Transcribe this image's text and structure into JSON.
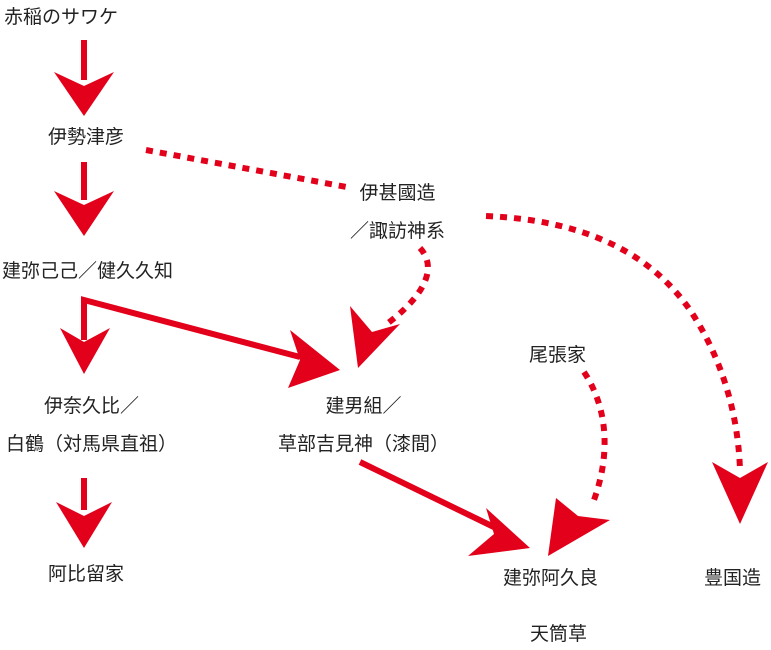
{
  "colors": {
    "arrow": "#e3001b",
    "text": "#222222",
    "background": "#ffffff"
  },
  "nodes": {
    "akai_sawake": "赤稲のサワケ",
    "ise_tsuhiko": "伊勢津彦",
    "ijin_kokuzo": [
      "伊甚國造",
      "／諏訪神系"
    ],
    "takemiko": "建弥己己／健久久知",
    "inaku_hi": [
      "伊奈久比／",
      "白鶴（対馬県直祖）"
    ],
    "takeo_kumi": [
      "建男組／",
      "草部吉見神（漆間）"
    ],
    "owari_ke": "尾張家",
    "ahiru_ke": "阿比留家",
    "takemi_akura": "建弥阿久良",
    "toyo_kokuzo": "豊国造",
    "ama_tsutsukusa": "天筒草"
  },
  "edges": [
    {
      "from": "akai_sawake",
      "to": "ise_tsuhiko",
      "style": "solid"
    },
    {
      "from": "ise_tsuhiko",
      "to": "takemiko",
      "style": "solid"
    },
    {
      "from": "takemiko",
      "to": "inaku_hi",
      "style": "solid"
    },
    {
      "from": "inaku_hi",
      "to": "ahiru_ke",
      "style": "solid"
    },
    {
      "from": "takemiko",
      "to": "takeo_kumi",
      "style": "solid"
    },
    {
      "from": "takeo_kumi",
      "to": "takemi_akura",
      "style": "solid"
    },
    {
      "from": "ise_tsuhiko",
      "to": "ijin_kokuzo",
      "style": "dotted"
    },
    {
      "from": "ijin_kokuzo",
      "to": "takeo_kumi",
      "style": "dotted"
    },
    {
      "from": "ijin_kokuzo",
      "to": "toyo_kokuzo",
      "style": "dotted"
    },
    {
      "from": "owari_ke",
      "to": "takemi_akura",
      "style": "dotted"
    }
  ]
}
